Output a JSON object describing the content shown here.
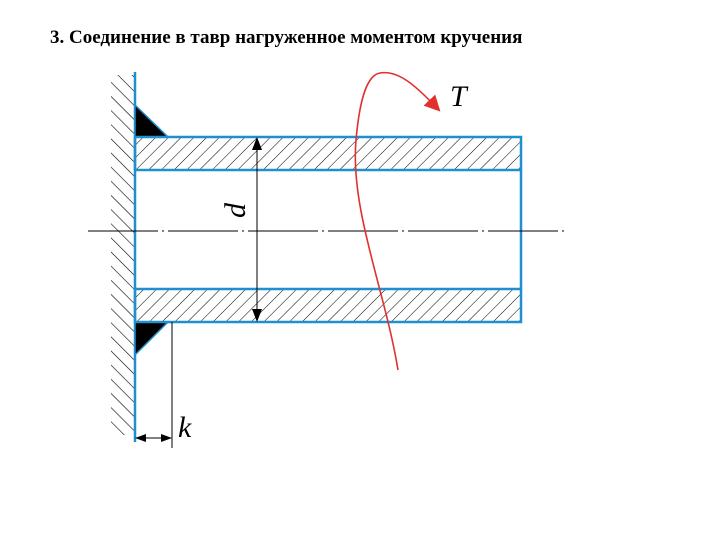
{
  "title": "3. Соединение в тавр нагруженное моментом кручения",
  "labels": {
    "torque": "T",
    "diameter": "d",
    "leg": "k"
  },
  "colors": {
    "outline": "#1f8fd0",
    "torque_arrow": "#e0312f",
    "hatch": "#000000",
    "weld": "#000000"
  }
}
